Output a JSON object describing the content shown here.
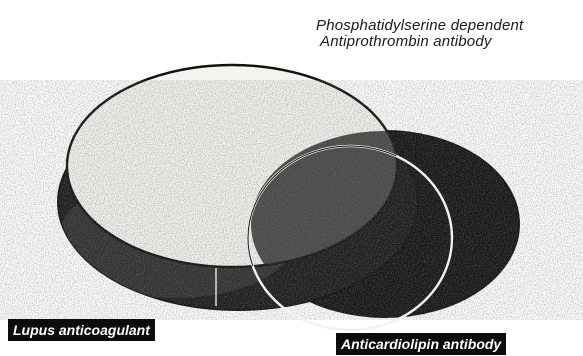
{
  "annotation": {
    "line1": "Phosphatidylserine dependent",
    "line2": "Antiprothrombin antibody"
  },
  "sets": {
    "left_label": "Lupus anticoagulant",
    "right_label": "Anticardiolipin antibody"
  },
  "colors": {
    "background": "#ffffff",
    "shaded_region": "#151515",
    "highlight_region": "#f3f3ef",
    "outline": "#111111",
    "label_bg": "#0c0c0c",
    "label_text": "#ffffff"
  }
}
